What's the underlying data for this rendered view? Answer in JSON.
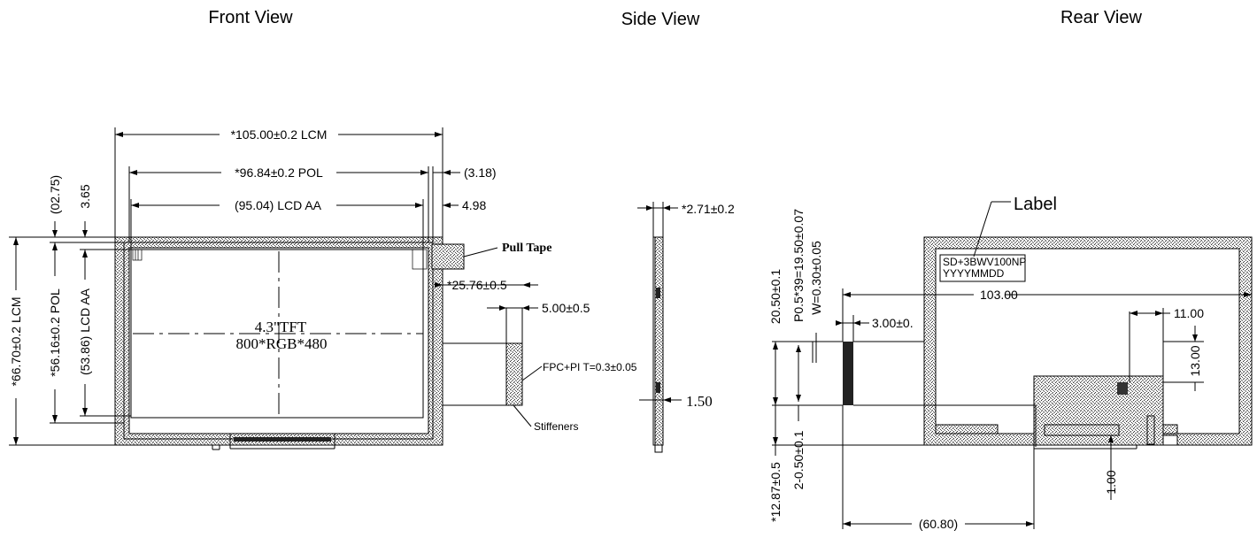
{
  "views": {
    "front": "Front View",
    "side": "Side View",
    "rear": "Rear View"
  },
  "front": {
    "dim_lcm_width": "*105.00±0.2 LCM",
    "dim_pol_width": "*96.84±0.2 POL",
    "dim_aa_width": "(95.04) LCD AA",
    "dim_3_18": "(3.18)",
    "dim_4_98": "4.98",
    "dim_02_75": "(02.75)",
    "dim_3_65": "3.65",
    "dim_lcm_height": "*66.70±0.2 LCM",
    "dim_pol_height": "*56.16±0.2 POL",
    "dim_aa_height": "(53.86) LCD AA",
    "panel_line1": "4.3\"TFT",
    "panel_line2": "800*RGB*480",
    "pull_tape": "Pull Tape",
    "dim_25_76": "*25.76±0.5",
    "dim_5_00": "5.00±0.5",
    "fpc_note": "FPC+PI T=0.3±0.05",
    "stiffeners": "Stiffeners"
  },
  "side": {
    "dim_thickness": "*2.71±0.2",
    "dim_1_50": "1.50"
  },
  "rear": {
    "label_callout": "Label",
    "label_line1": "SD+3BWV100NP",
    "label_line2": "YYYYMMDD",
    "dim_103": "103.00",
    "dim_11": "11.00",
    "dim_13": "13.00",
    "dim_3_00": "3.00±0.",
    "dim_20_50": "20.50±0.1",
    "dim_pitch": "P0.5*39=19.50±0.07",
    "dim_w": "W=0.30±0.05",
    "dim_12_87": "*12.87±0.5",
    "dim_2_050": "2-0.50±0.1",
    "dim_1_00": "1.00",
    "dim_60_80": "(60.80)"
  }
}
